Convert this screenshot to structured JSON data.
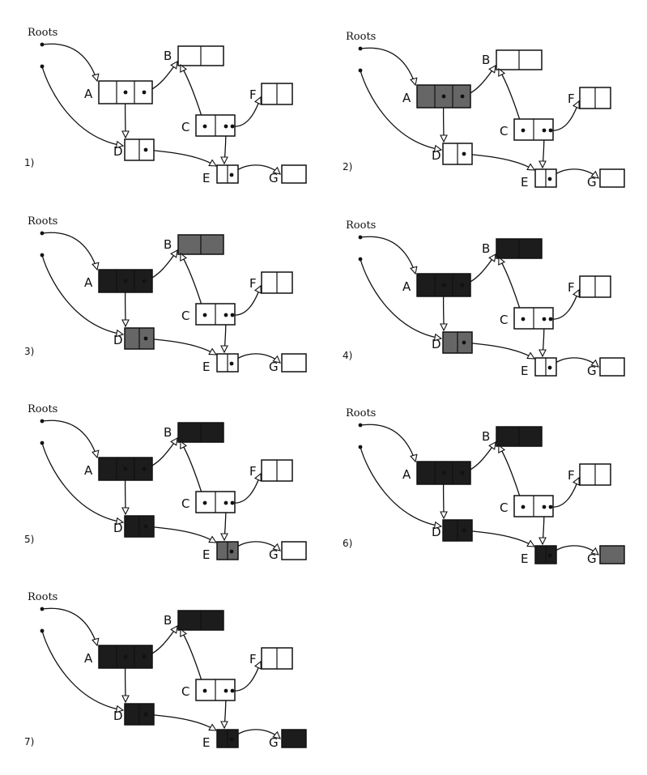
{
  "root_label": "Roots",
  "colors": {
    "white": "#ffffff",
    "grey": "#666666",
    "black": "#1c1c1c"
  },
  "node_labels": {
    "A": "A",
    "B": "B",
    "C": "C",
    "D": "D",
    "E": "E",
    "F": "F",
    "G": "G"
  },
  "panels": [
    {
      "label": "1)",
      "colors": {
        "A": "white",
        "B": "white",
        "C": "white",
        "D": "white",
        "E": "white",
        "F": "white",
        "G": "white"
      }
    },
    {
      "label": "2)",
      "colors": {
        "A": "grey",
        "B": "white",
        "C": "white",
        "D": "white",
        "E": "white",
        "F": "white",
        "G": "white"
      }
    },
    {
      "label": "3)",
      "colors": {
        "A": "black",
        "B": "grey",
        "C": "white",
        "D": "grey",
        "E": "white",
        "F": "white",
        "G": "white"
      }
    },
    {
      "label": "4)",
      "colors": {
        "A": "black",
        "B": "black",
        "C": "white",
        "D": "grey",
        "E": "white",
        "F": "white",
        "G": "white"
      }
    },
    {
      "label": "5)",
      "colors": {
        "A": "black",
        "B": "black",
        "C": "white",
        "D": "black",
        "E": "grey",
        "F": "white",
        "G": "white"
      }
    },
    {
      "label": "6)",
      "colors": {
        "A": "black",
        "B": "black",
        "C": "white",
        "D": "black",
        "E": "black",
        "F": "white",
        "G": "grey"
      }
    },
    {
      "label": "7)",
      "colors": {
        "A": "black",
        "B": "black",
        "C": "white",
        "D": "black",
        "E": "black",
        "F": "white",
        "G": "black"
      }
    }
  ]
}
